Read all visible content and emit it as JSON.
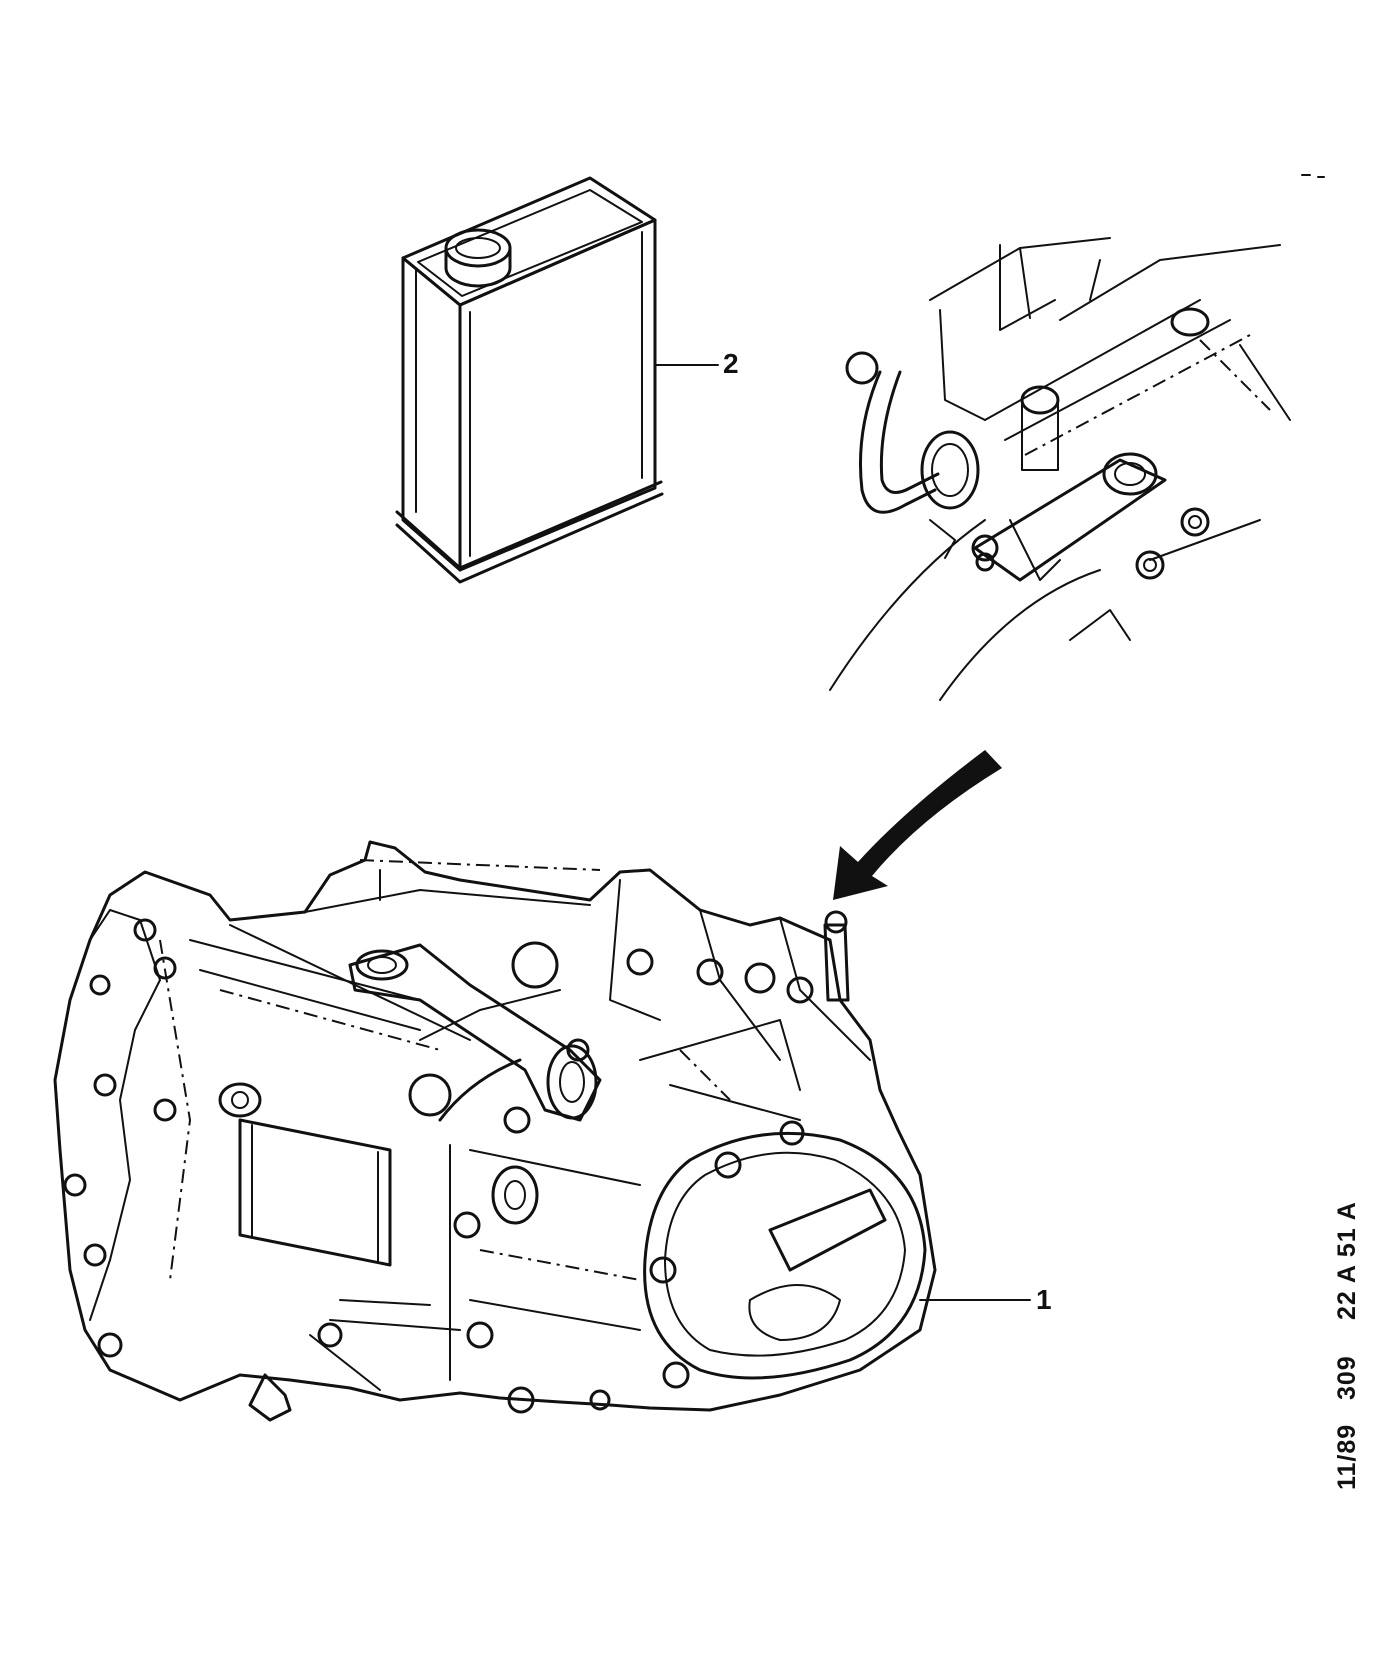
{
  "callouts": {
    "transmission": "1",
    "oil_can": "2"
  },
  "reference": {
    "date": "11/89",
    "model": "309",
    "code": "22 A 51 A"
  },
  "colors": {
    "line": "#111111",
    "background": "#ffffff"
  }
}
